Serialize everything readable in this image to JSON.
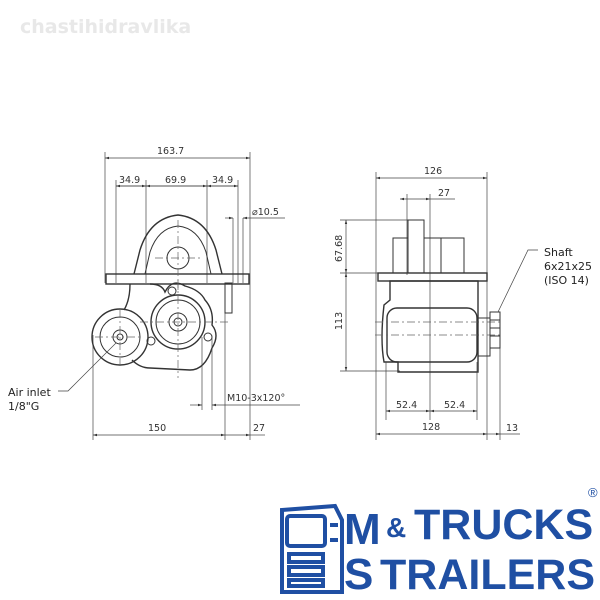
{
  "watermark": "chastihidravlika",
  "front_view": {
    "dim_overall_width": "163.7",
    "dim_hole_left": "34.9",
    "dim_hole_center": "69.9",
    "dim_hole_right": "34.9",
    "dim_hole_diameter": "⌀10.5",
    "dim_thread": "M10-3x120°",
    "dim_bottom_width": "150",
    "dim_bottom_offset": "27",
    "air_inlet_label": "Air inlet",
    "air_inlet_size": "1/8\"G"
  },
  "side_view": {
    "dim_top_width": "126",
    "dim_offset": "27",
    "dim_upper_height": "67.68",
    "dim_body_height": "113",
    "dim_half_left": "52.4",
    "dim_half_right": "52.4",
    "dim_bottom_width": "128",
    "dim_shaft_length": "13",
    "shaft_label": "Shaft",
    "shaft_spec": "6x21x25",
    "shaft_standard": "(ISO 14)"
  },
  "logo": {
    "letter_m": "M",
    "letter_s": "S",
    "word_trucks": "TRUCKS",
    "ampersand": "&",
    "word_trailers": "TRAILERS",
    "registered": "®",
    "color": "#1f4fa3"
  }
}
